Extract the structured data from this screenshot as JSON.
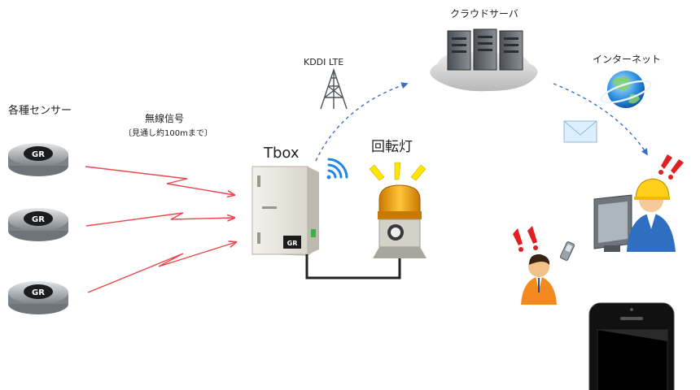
{
  "labels": {
    "sensors": "各種センサー",
    "wireless": "無線信号",
    "wireless_note": "〔見通し約100mまで〕",
    "tbox": "Tbox",
    "lamp": "回転灯",
    "lte": "KDDI LTE",
    "cloud": "クラウドサーバ",
    "internet": "インターネット"
  },
  "sensor_logo": "GR",
  "colors": {
    "signal_line": "#e8484d",
    "cloud_arrow": "#3a6fc4",
    "wifi": "#1e88e5",
    "cable": "#222222",
    "alert": "#e02020",
    "lamp_dome": "#f3a90c",
    "rays": "#ffe500"
  },
  "icons": [
    "sensor-disc-icon",
    "tbox-enclosure-icon",
    "rotating-lamp-icon",
    "lte-tower-icon",
    "server-rack-icon",
    "cloud-icon",
    "globe-icon",
    "envelope-icon",
    "worker-at-monitor-icon",
    "manager-with-phone-icon",
    "smartphone-icon",
    "exclamation-icon",
    "wifi-icon"
  ]
}
